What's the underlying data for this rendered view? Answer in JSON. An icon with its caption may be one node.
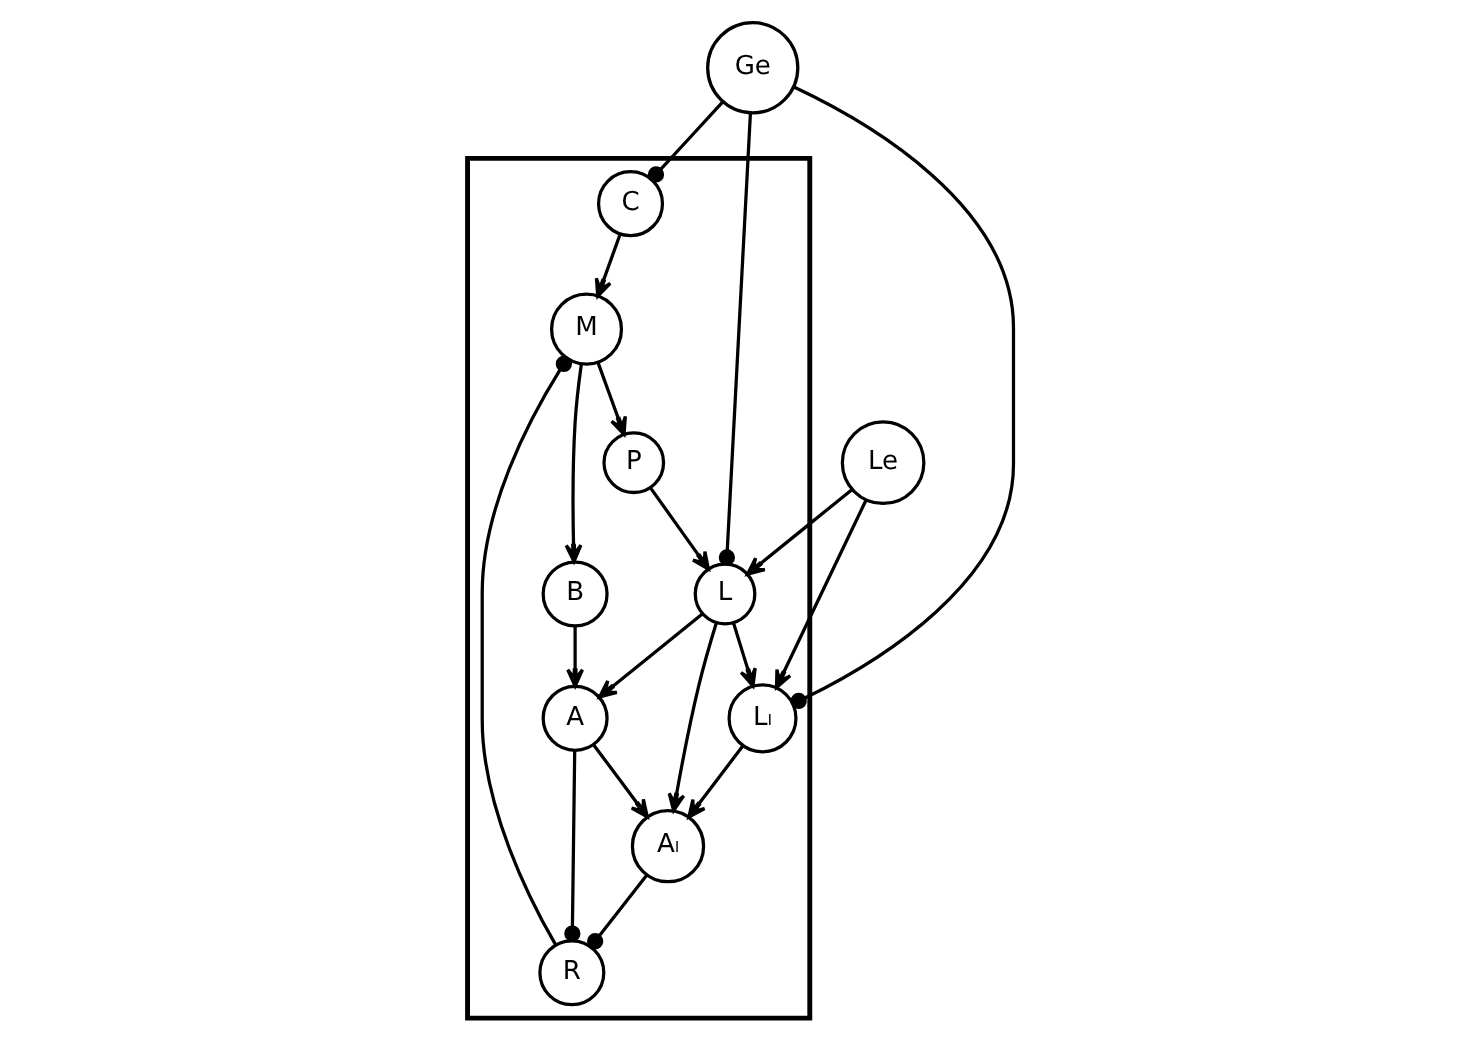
{
  "diagram": {
    "nodes": [
      {
        "text": [],
        "shape": "box"
      },
      {
        "text": [
          "C"
        ],
        "in": 0
      },
      {
        "text": [
          "M"
        ],
        "in": 0
      },
      {
        "text": [
          "B"
        ],
        "in": 0
      },
      {
        "text": [
          "P"
        ],
        "in": 0
      },
      {
        "text": [
          "Ge"
        ]
      },
      {
        "text": [
          "R"
        ],
        "in": 0
      },
      {
        "text": [
          "A"
        ],
        "in": 0
      },
      {
        "text": [
          "L"
        ],
        "in": 0
      },
      {
        "text": [
          "Le"
        ]
      },
      {
        "text": [
          "Aₗ"
        ],
        "in": 0
      },
      {
        "text": [
          "Lₗ"
        ],
        "in": 0
      }
    ],
    "edges": [
      {
        "from": 5,
        "to": 1,
        "arrow": "other"
      },
      {
        "from": 1,
        "to": 2,
        "arrow": "to"
      },
      {
        "from": 6,
        "to": 2,
        "arrow": "other"
      },
      {
        "from": 2,
        "to": 3,
        "arrow": "to"
      },
      {
        "from": 2,
        "to": 4,
        "arrow": "to"
      },
      {
        "from": 5,
        "to": 8,
        "arrow": "other"
      },
      {
        "from": 3,
        "to": 7,
        "arrow": "to"
      },
      {
        "from": 4,
        "to": 8,
        "arrow": "to"
      },
      {
        "from": 8,
        "to": 7,
        "arrow": "to"
      },
      {
        "from": 7,
        "to": 6,
        "arrow": "other"
      },
      {
        "from": 9,
        "to": 8,
        "arrow": "to"
      },
      {
        "from": 7,
        "to": 10,
        "arrow": "to"
      },
      {
        "from": 8,
        "to": 10,
        "arrow": "to"
      },
      {
        "from": 8,
        "to": 11,
        "arrow": "to"
      },
      {
        "from": 10,
        "to": 6,
        "arrow": "other"
      },
      {
        "from": 9,
        "to": 11,
        "arrow": "to"
      },
      {
        "from": 11,
        "to": 10,
        "arrow": "to"
      },
      {
        "from": 5,
        "to": 11,
        "arrow": "other"
      }
    ]
  }
}
